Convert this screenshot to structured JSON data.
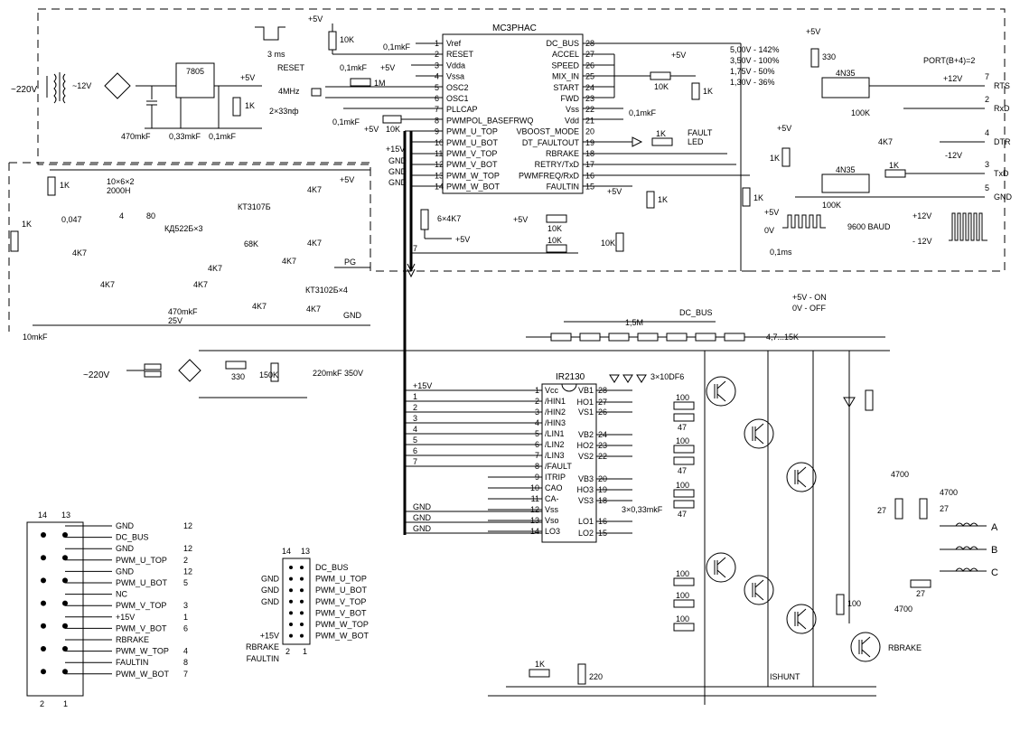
{
  "mc3phac": {
    "title": "MC3PHAC",
    "left_pins": [
      {
        "num": "1",
        "name": "Vref"
      },
      {
        "num": "2",
        "name": "RESET"
      },
      {
        "num": "3",
        "name": "Vdda"
      },
      {
        "num": "4",
        "name": "Vssa"
      },
      {
        "num": "5",
        "name": "OSC2"
      },
      {
        "num": "6",
        "name": "OSC1"
      },
      {
        "num": "7",
        "name": "PLLCAP"
      },
      {
        "num": "8",
        "name": "PWMPOL_BASEFRWQ"
      },
      {
        "num": "9",
        "name": "PWM_U_TOP"
      },
      {
        "num": "10",
        "name": "PWM_U_BOT"
      },
      {
        "num": "11",
        "name": "PWM_V_TOP"
      },
      {
        "num": "12",
        "name": "PWM_V_BOT"
      },
      {
        "num": "13",
        "name": "PWM_W_TOP"
      },
      {
        "num": "14",
        "name": "PWM_W_BOT"
      }
    ],
    "right_pins": [
      {
        "num": "28",
        "name": "DC_BUS"
      },
      {
        "num": "27",
        "name": "ACCEL"
      },
      {
        "num": "26",
        "name": "SPEED"
      },
      {
        "num": "25",
        "name": "MIX_IN"
      },
      {
        "num": "24",
        "name": "START"
      },
      {
        "num": "23",
        "name": "FWD"
      },
      {
        "num": "22",
        "name": "Vss"
      },
      {
        "num": "21",
        "name": "Vdd"
      },
      {
        "num": "20",
        "name": "VBOOST_MODE"
      },
      {
        "num": "19",
        "name": "DT_FAULTOUT"
      },
      {
        "num": "18",
        "name": "RBRAKE"
      },
      {
        "num": "17",
        "name": "RETRY/TxD"
      },
      {
        "num": "16",
        "name": "PWMFREQ/RxD"
      },
      {
        "num": "15",
        "name": "FAULTIN"
      }
    ]
  },
  "ir2130": {
    "title": "IR2130",
    "left_pins": [
      {
        "num": "1",
        "name": "Vcc"
      },
      {
        "num": "2",
        "name": "/HIN1"
      },
      {
        "num": "3",
        "name": "/HIN2"
      },
      {
        "num": "4",
        "name": "/HIN3"
      },
      {
        "num": "5",
        "name": "/LIN1"
      },
      {
        "num": "6",
        "name": "/LIN2"
      },
      {
        "num": "7",
        "name": "/LIN3"
      },
      {
        "num": "8",
        "name": "/FAULT"
      },
      {
        "num": "9",
        "name": "ITRIP"
      },
      {
        "num": "10",
        "name": "CAO"
      },
      {
        "num": "11",
        "name": "CA-"
      },
      {
        "num": "12",
        "name": "Vss"
      },
      {
        "num": "13",
        "name": "Vso"
      },
      {
        "num": "14",
        "name": "LO3"
      }
    ],
    "right_pins": [
      {
        "num": "28",
        "name": "VB1"
      },
      {
        "num": "27",
        "name": "HO1"
      },
      {
        "num": "26",
        "name": "VS1"
      },
      {
        "num": "24",
        "name": "VB2"
      },
      {
        "num": "23",
        "name": "HO2"
      },
      {
        "num": "22",
        "name": "VS2"
      },
      {
        "num": "20",
        "name": "VB3"
      },
      {
        "num": "19",
        "name": "HO3"
      },
      {
        "num": "18",
        "name": "VS3"
      },
      {
        "num": "16",
        "name": "LO1"
      },
      {
        "num": "15",
        "name": "LO2"
      }
    ]
  },
  "input_wire_labels": [
    "+15V",
    "1",
    "2",
    "3",
    "4",
    "5",
    "6",
    "7"
  ],
  "gnd_wire_labels": [
    "GND",
    "GND",
    "GND"
  ],
  "top_left_labels": {
    "mains": "~220V",
    "transformer_out": "~12V",
    "regulator": "7805",
    "v5": "+5V",
    "r1k": "1K",
    "cap470": "470mkF",
    "cap033": "0,33mkF",
    "cap01": "0,1mkF",
    "reset_pulse": "3 ms",
    "reset": "RESET",
    "r10k": "10K",
    "v5_top": "+5V",
    "c01_vref": "0,1mkF",
    "c01_reset": "0,1mkF",
    "vdda_5v": "+5V",
    "r1m": "1M",
    "xtal": "4MHz",
    "caps_xtal": "2×33пф",
    "c01_pll": "0,1mkF",
    "r10k_pol": "10K",
    "v5_pol": "+5V"
  },
  "right_control": {
    "v5": "+5V",
    "r10k": "10K",
    "r1k": "1K",
    "c01": "0,1mkF",
    "r1k_fault": "1K",
    "fault_led": "FAULT\nLED",
    "speed_table": [
      "5,00V - 142%",
      "3,50V - 100%",
      "1,75V -  50%",
      "1,30V -  36%"
    ],
    "r6x4k7": "6×4K7",
    "v5_a": "+5V",
    "v5_b": "+5V",
    "v5_c": "+5V",
    "r10k_a": "10K",
    "r10k_b": "10K",
    "r10k_c": "10K",
    "r1k_b": "1K",
    "wire7": "7"
  },
  "serial": {
    "v5": "+5V",
    "r330": "330",
    "opto1": "4N35",
    "opto2": "4N35",
    "r100k_1": "100K",
    "r100k_2": "100K",
    "r1k_tx": "1K",
    "r1k_led": "1K",
    "v5_b": "+5V",
    "r1k_c": "1K",
    "port": "PORT(B+4)=2",
    "plus12": "+12V",
    "minus12": "-12V",
    "r4k7": "4K7",
    "rts": "RTS",
    "rxd": "RxD",
    "dtr": "DTR",
    "txd": "TxD",
    "gnd": "GND",
    "pin7": "7",
    "pin2": "2",
    "pin4": "4",
    "pin3": "3",
    "pin5": "5",
    "baud": "9600 BAUD",
    "v5_pulse": "+5V",
    "v0_pulse": "0V",
    "t01ms": "0,1ms",
    "plus12_pulse": "+12V",
    "minus12_pulse": "- 12V"
  },
  "psu15": {
    "v5": "+5V",
    "r1k_a": "1K",
    "r1k_b": "1K",
    "c047": "0,047",
    "xfmr": "10×6×2\n2000Н",
    "turns4": "4",
    "turns80": "80",
    "diodes": "КД522Б×3",
    "kt3107": "КТ3107Б",
    "kt3102": "КТ3102Б×4",
    "r4k7_list": [
      "4K7",
      "4K7",
      "4K7",
      "4K7",
      "4K7",
      "4K7",
      "4K7",
      "4K7",
      "4K7"
    ],
    "r68k": "68K",
    "c470": "470mkF\n25V",
    "c10": "10mkF",
    "pg": "PG",
    "gnd": "GND",
    "v15": "+15V",
    "gnd_labels": [
      "GND",
      "GND",
      "GND"
    ]
  },
  "mains_section": {
    "mains": "~220V",
    "r330": "330",
    "r150k": "150K",
    "c220": "220mkF 350V",
    "dc_bus": "DC_BUS",
    "divider": "1,5M",
    "pot": "4,7...15K",
    "on_off": "+5V - ON\n0V - OFF"
  },
  "bridge": {
    "diodes": "3×10DF6",
    "caps": "3×0,33mkF",
    "r100_list": [
      "100",
      "100",
      "100",
      "100",
      "100",
      "100"
    ],
    "r47_list": [
      "47",
      "47",
      "47"
    ],
    "c4700_a": "4700",
    "c4700_b": "4700",
    "c4700_c": "4700",
    "r27_a": "27",
    "r27_b": "27",
    "r27_c": "27",
    "r100_brake": "100",
    "rbrake": "RBRAKE",
    "ishunt": "ISHUNT",
    "r1k": "1K",
    "r220": "220",
    "phase_a": "A",
    "phase_b": "B",
    "phase_c": "C"
  },
  "connector_left": {
    "top_num_left": "14",
    "top_num_right": "13",
    "bottom_num_left": "2",
    "bottom_num_right": "1",
    "rows": [
      {
        "label": "GND",
        "num": "12"
      },
      {
        "label": "DC_BUS",
        "num": ""
      },
      {
        "label": "GND",
        "num": "12"
      },
      {
        "label": "PWM_U_TOP",
        "num": "2"
      },
      {
        "label": "GND",
        "num": "12"
      },
      {
        "label": "PWM_U_BOT",
        "num": "5"
      },
      {
        "label": "NC",
        "num": ""
      },
      {
        "label": "PWM_V_TOP",
        "num": "3"
      },
      {
        "label": "+15V",
        "num": "1"
      },
      {
        "label": "PWM_V_BOT",
        "num": "6"
      },
      {
        "label": "RBRAKE",
        "num": ""
      },
      {
        "label": "PWM_W_TOP",
        "num": "4"
      },
      {
        "label": "FAULTIN",
        "num": "8"
      },
      {
        "label": "PWM_W_BOT",
        "num": "7"
      }
    ]
  },
  "connector_mid": {
    "top_left": "14",
    "top_right": "13",
    "bottom_left": "2",
    "bottom_right": "1",
    "left_labels": [
      "",
      "GND",
      "GND",
      "GND",
      "",
      "",
      "+15V",
      "RBRAKE",
      "FAULTIN"
    ],
    "right_labels": [
      "DC_BUS",
      "PWM_U_TOP",
      "PWM_U_BOT",
      "PWM_V_TOP",
      "PWM_V_BOT",
      "PWM_W_TOP",
      "PWM_W_BOT"
    ]
  }
}
